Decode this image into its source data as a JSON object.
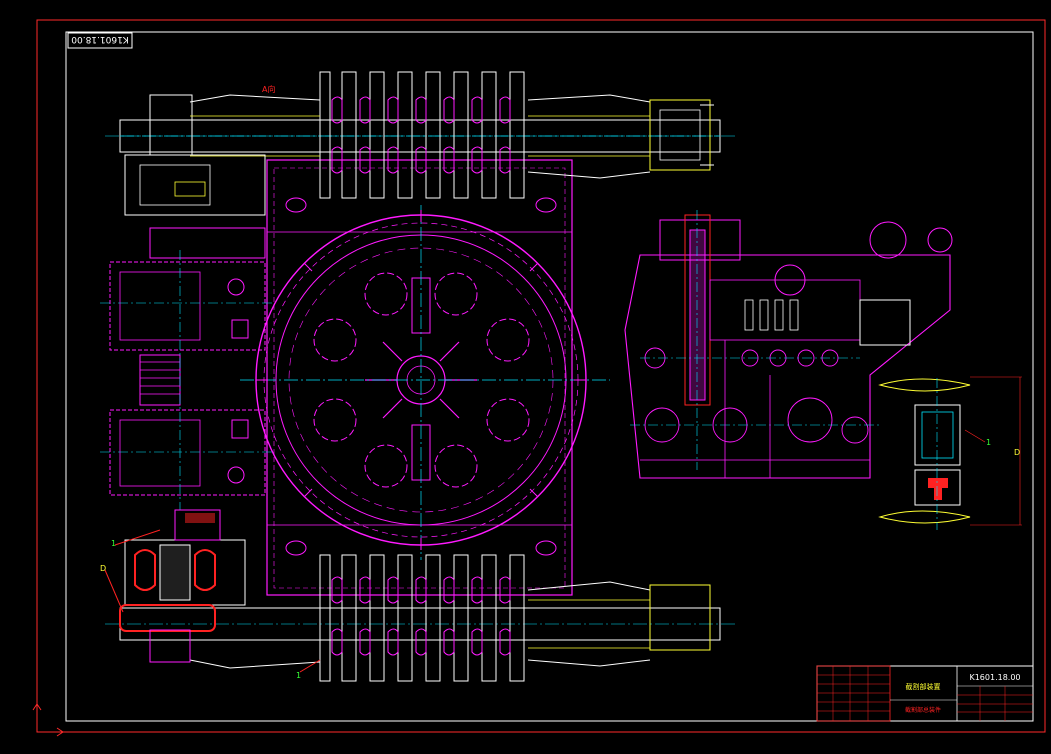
{
  "drawing": {
    "number_stamp": "K1601.18.00",
    "title_block": {
      "drawing_number": "K1601.18.00",
      "name": "截割部装置",
      "subtitle": "截割部总装件"
    }
  },
  "callouts": {
    "top_left_tag": "A向",
    "left_label_1": "1",
    "left_label_2": "D",
    "bottom_label": "1",
    "right_label_1": "1",
    "right_label_2": "D"
  },
  "colors": {
    "background": "#000000",
    "border": "#ff2a2a",
    "frame": "#ffffff",
    "magenta": "#ff1aff",
    "cyan": "#00e5ff",
    "yellow": "#ffff33",
    "white": "#ffffff",
    "red": "#ff2222",
    "green": "#33ff33"
  }
}
